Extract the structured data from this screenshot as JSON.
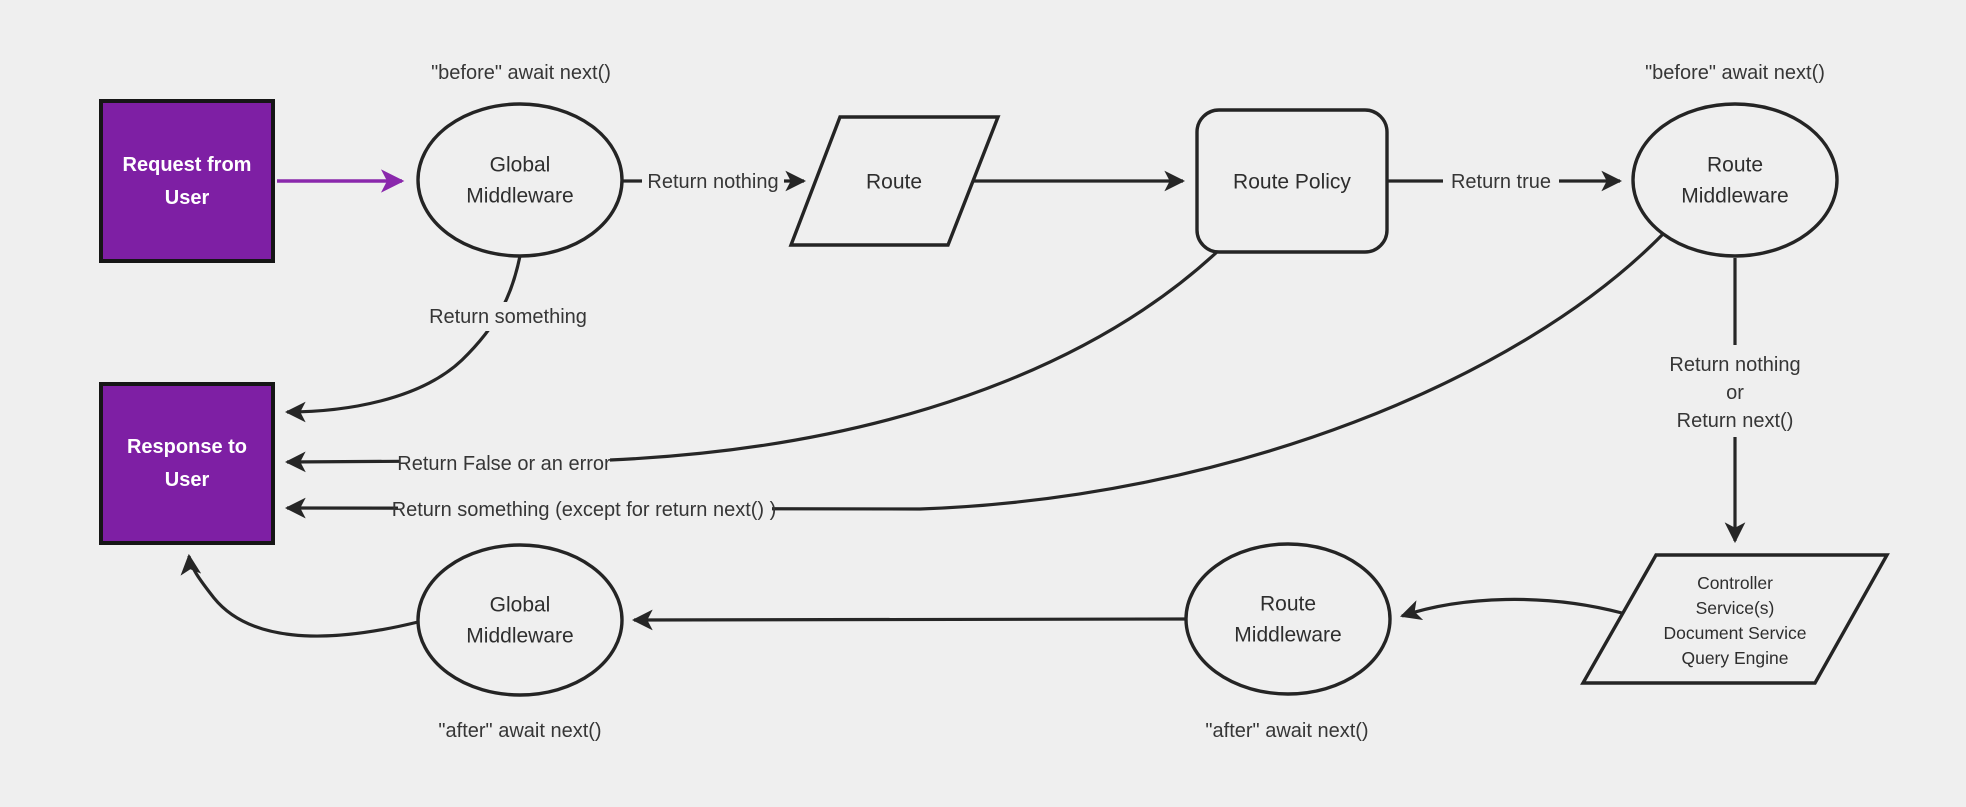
{
  "colors": {
    "background": "#efefef",
    "line": "#262626",
    "node_fill": "#efefef",
    "text": "#2e2e2e",
    "purple_fill": "#7e1fa4",
    "purple_border": "#161616",
    "purple_arrow": "#8a28ac",
    "box_text": "#ffffff"
  },
  "nodes": {
    "request": {
      "lines": [
        "Request from",
        "User"
      ]
    },
    "global_middleware_top": {
      "lines": [
        "Global",
        "Middleware"
      ]
    },
    "route": {
      "label": "Route"
    },
    "route_policy": {
      "label": "Route Policy"
    },
    "route_middleware_top": {
      "lines": [
        "Route",
        "Middleware"
      ]
    },
    "controller": {
      "lines": [
        "Controller",
        "Service(s)",
        "Document Service",
        "Query Engine"
      ]
    },
    "route_middleware_bottom": {
      "lines": [
        "Route",
        "Middleware"
      ]
    },
    "global_middleware_bottom": {
      "lines": [
        "Global",
        "Middleware"
      ]
    },
    "response": {
      "lines": [
        "Response to",
        "User"
      ]
    }
  },
  "annotations": {
    "before_await_next_left": "\"before\" await next()",
    "before_await_next_right": "\"before\" await next()",
    "after_await_next_left": "\"after\" await next()",
    "after_await_next_right": "\"after\" await next()"
  },
  "edge_labels": {
    "return_nothing": "Return nothing",
    "return_true": "Return true",
    "return_something": "Return something",
    "return_false_or_error": "Return False or an error",
    "return_something_except": "Return something (except for return next() )",
    "return_nothing_or_next": [
      "Return nothing",
      "or",
      "Return next()"
    ]
  }
}
